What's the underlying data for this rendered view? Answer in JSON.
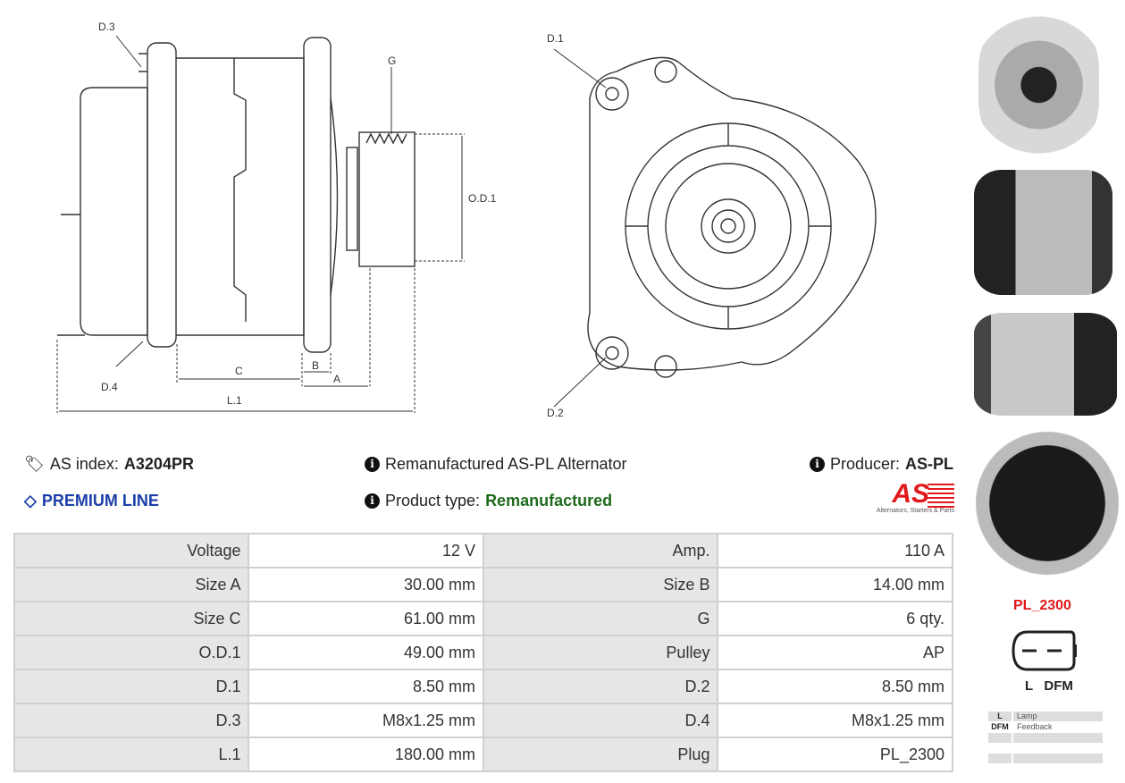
{
  "drawing_labels": {
    "d3": "D.3",
    "g": "G",
    "od1": "O.D.1",
    "c": "C",
    "b": "B",
    "a": "A",
    "l1": "L.1",
    "d4": "D.4",
    "d1": "D.1",
    "d2": "D.2"
  },
  "header": {
    "as_index_label": "AS index:",
    "as_index_value": "A3204PR",
    "premium": "PREMIUM LINE",
    "title": "Remanufactured AS-PL Alternator",
    "product_type_label": "Product type:",
    "product_type_value": "Remanufactured",
    "producer_label": "Producer:",
    "producer_value": "AS-PL",
    "logo_text": "AS",
    "logo_tagline": "Alternators, Starters & Parts"
  },
  "colors": {
    "premium": "#1a3fa8",
    "product_type": "#1e6b1e",
    "plug": "#e0191b",
    "logo": "#e0191b"
  },
  "specs": [
    [
      "Voltage",
      "12 V",
      "Amp.",
      "110 A"
    ],
    [
      "Size A",
      "30.00 mm",
      "Size B",
      "14.00 mm"
    ],
    [
      "Size C",
      "61.00 mm",
      "G",
      "6 qty."
    ],
    [
      "O.D.1",
      "49.00 mm",
      "Pulley",
      "AP"
    ],
    [
      "D.1",
      "8.50 mm",
      "D.2",
      "8.50 mm"
    ],
    [
      "D.3",
      "M8x1.25 mm",
      "D.4",
      "M8x1.25 mm"
    ],
    [
      "L.1",
      "180.00 mm",
      "Plug",
      "PL_2300"
    ]
  ],
  "plug": {
    "name": "PL_2300",
    "pins": "L   DFM",
    "legend": [
      [
        "L",
        "Lamp"
      ],
      [
        "DFM",
        "Feedback"
      ],
      [
        "",
        ""
      ],
      [
        "",
        ""
      ]
    ]
  }
}
